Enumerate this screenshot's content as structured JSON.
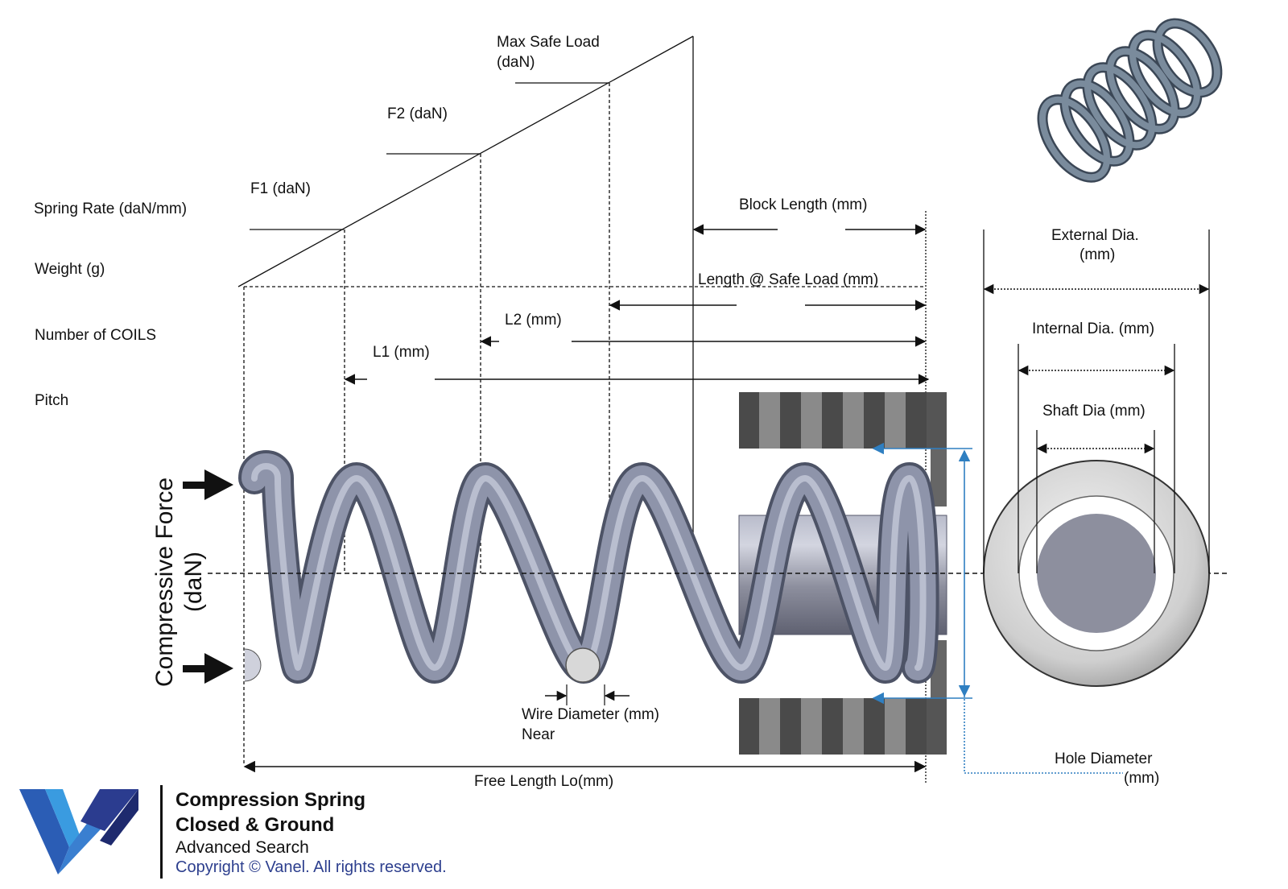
{
  "labels": {
    "spring_rate": "Spring Rate (daN/mm)",
    "weight": "Weight (g)",
    "num_coils": "Number of COILS",
    "pitch": "Pitch",
    "f1": "F1 (daN)",
    "f2": "F2 (daN)",
    "max_safe_load_line1": "Max Safe Load",
    "max_safe_load_line2": "(daN)",
    "block_length": "Block Length (mm)",
    "length_safe_load": "Length @ Safe Load (mm)",
    "l2": "L2 (mm)",
    "l1": "L1 (mm)",
    "external_dia_line1": "External Dia.",
    "external_dia_line2": "(mm)",
    "internal_dia": "Internal Dia. (mm)",
    "shaft_dia": "Shaft Dia (mm)",
    "compressive_force_line1": "Compressive Force",
    "compressive_force_line2": "(daN)",
    "wire_diameter_line1": "Wire Diameter (mm)",
    "wire_diameter_line2": "Near",
    "hole_diameter_line1": "Hole Diameter",
    "hole_diameter_line2": "(mm)",
    "free_length": "Free Length Lo(mm)"
  },
  "footer": {
    "title_line1": "Compression Spring",
    "title_line2": "Closed & Ground",
    "subtitle": "Advanced Search",
    "copyright": "Copyright © Vanel. All rights reserved."
  },
  "colors": {
    "spring": "#8e94aa",
    "spring_dark": "#5d6377",
    "spring_light": "#c4c8d8",
    "housing_dark": "#4a4a4a",
    "housing_light": "#8a8a8a",
    "shaft": "#8d8f9e",
    "accent_blue": "#2f7fc1",
    "logo_dark": "#2b3c8f",
    "logo_light": "#3a9be0",
    "copyright": "#2d3f8e"
  },
  "icons": [
    "spring-3d-icon",
    "vanel-logo",
    "force-arrow-icon"
  ]
}
